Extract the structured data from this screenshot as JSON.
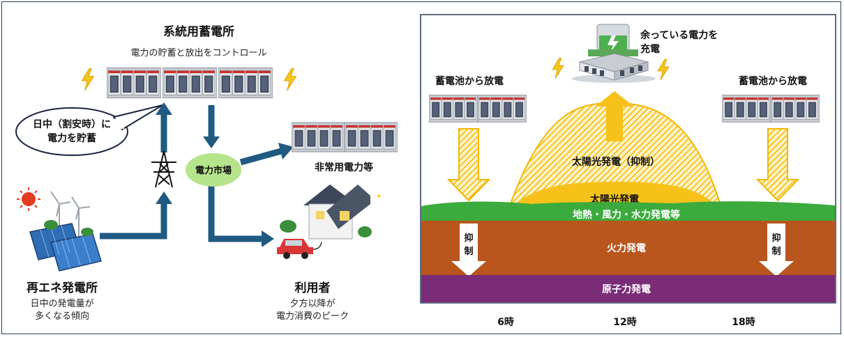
{
  "left": {
    "storage_title": "系統用蓄電所",
    "storage_subtitle": "電力の貯蓄と放出をコントロール",
    "bubble_line1": "日中（割安時）に",
    "bubble_line2": "電力を貯蓄",
    "market_label": "電力市場",
    "emergency_label": "非常用電力等",
    "renewable_title": "再エネ発電所",
    "renewable_line1": "日中の発電量が",
    "renewable_line2": "多くなる傾向",
    "user_title": "利用者",
    "user_line1": "夕方以降が",
    "user_line2": "電力消費のピーク"
  },
  "right": {
    "charge_line1": "余っている電力を",
    "charge_line2": "充電",
    "discharge_left": "蓄電池から放電",
    "discharge_right": "蓄電池から放電",
    "solar_curtailed": "太陽光発電（抑制）",
    "solar": "太陽光発電",
    "geothermal": "地熱・風力・水力発電等",
    "thermal": "火力発電",
    "nuclear": "原子力発電",
    "suppress_char1": "抑",
    "suppress_char2": "制",
    "time_6": "6時",
    "time_12": "12時",
    "time_18": "18時"
  },
  "colors": {
    "arrow_dark": "#1f5a82",
    "market_green": "#b5e48c",
    "solar_yellow": "#f6c21a",
    "green_band": "#3aab3c",
    "thermal_orange": "#b8561e",
    "nuclear_purple": "#7a2c77",
    "bolt_yellow": "#f5c518"
  }
}
